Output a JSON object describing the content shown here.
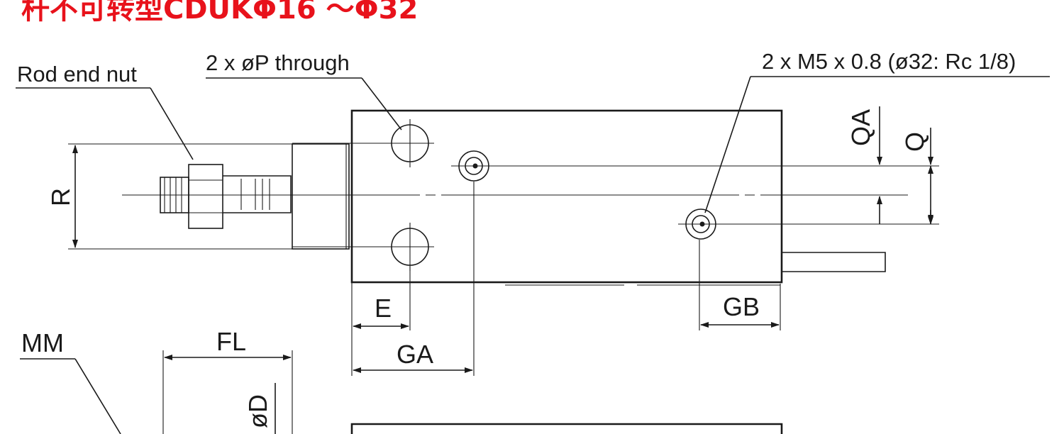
{
  "title": "杆不可转型CDUKΦ16 ～Φ32",
  "colors": {
    "title": "#e8121b",
    "line": "#1a1a1a",
    "background": "#ffffff"
  },
  "callouts": {
    "rod_end_nut": "Rod end nut",
    "through_holes": "2 x øP through",
    "ports": "2 x M5 x 0.8 (ø32: Rc 1/8)"
  },
  "dimensions": {
    "r": "R",
    "qa": "QA",
    "q": "Q",
    "e": "E",
    "ga": "GA",
    "gb": "GB",
    "mm": "MM",
    "fl": "FL",
    "od": "øD"
  }
}
